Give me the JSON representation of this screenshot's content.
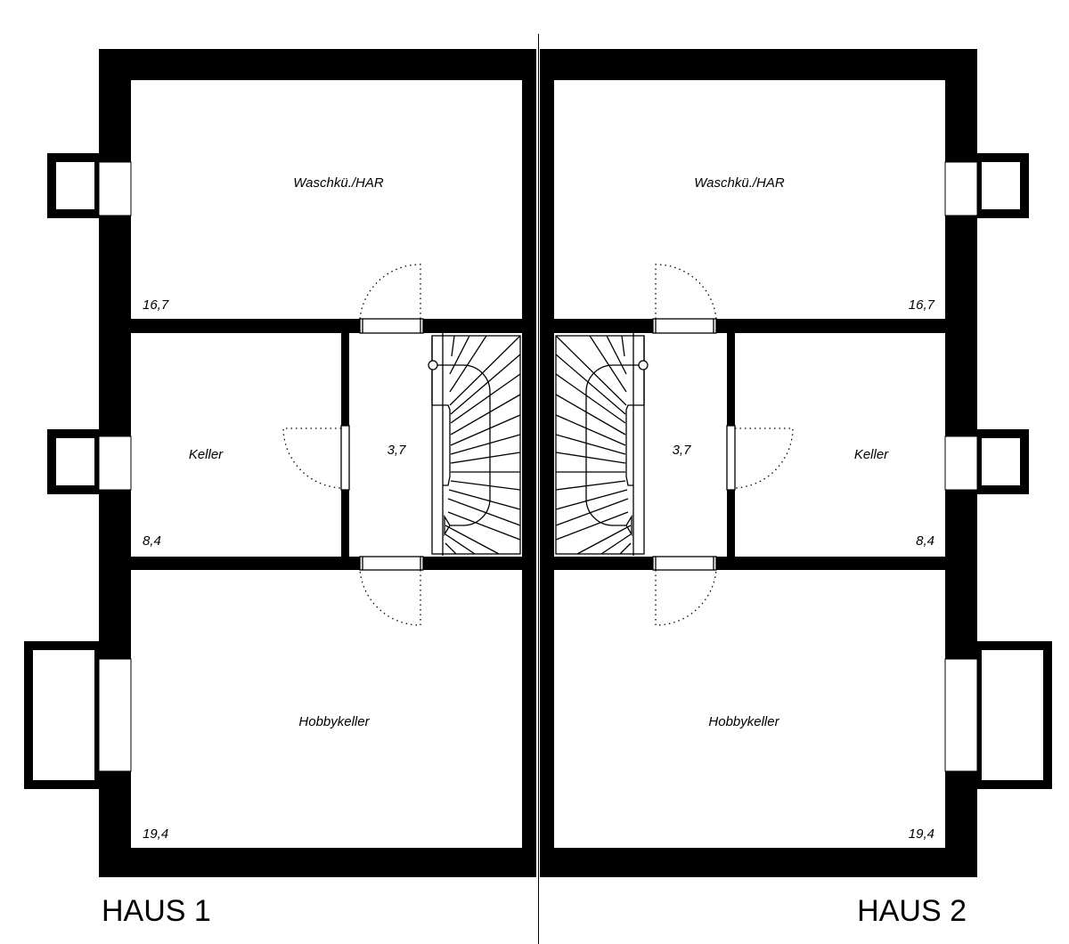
{
  "houses": [
    {
      "label": "HAUS 1",
      "rooms": [
        {
          "name": "Waschkü./HAR",
          "area": "16,7"
        },
        {
          "name": "Keller",
          "area": "8,4"
        },
        {
          "name": "",
          "area": "3,7"
        },
        {
          "name": "Hobbykeller",
          "area": "19,4"
        }
      ]
    },
    {
      "label": "HAUS 2",
      "rooms": [
        {
          "name": "Waschkü./HAR",
          "area": "16,7"
        },
        {
          "name": "Keller",
          "area": "8,4"
        },
        {
          "name": "",
          "area": "3,7"
        },
        {
          "name": "Hobbykeller",
          "area": "19,4"
        }
      ]
    }
  ],
  "colors": {
    "wall": "#000000",
    "background": "#ffffff"
  }
}
